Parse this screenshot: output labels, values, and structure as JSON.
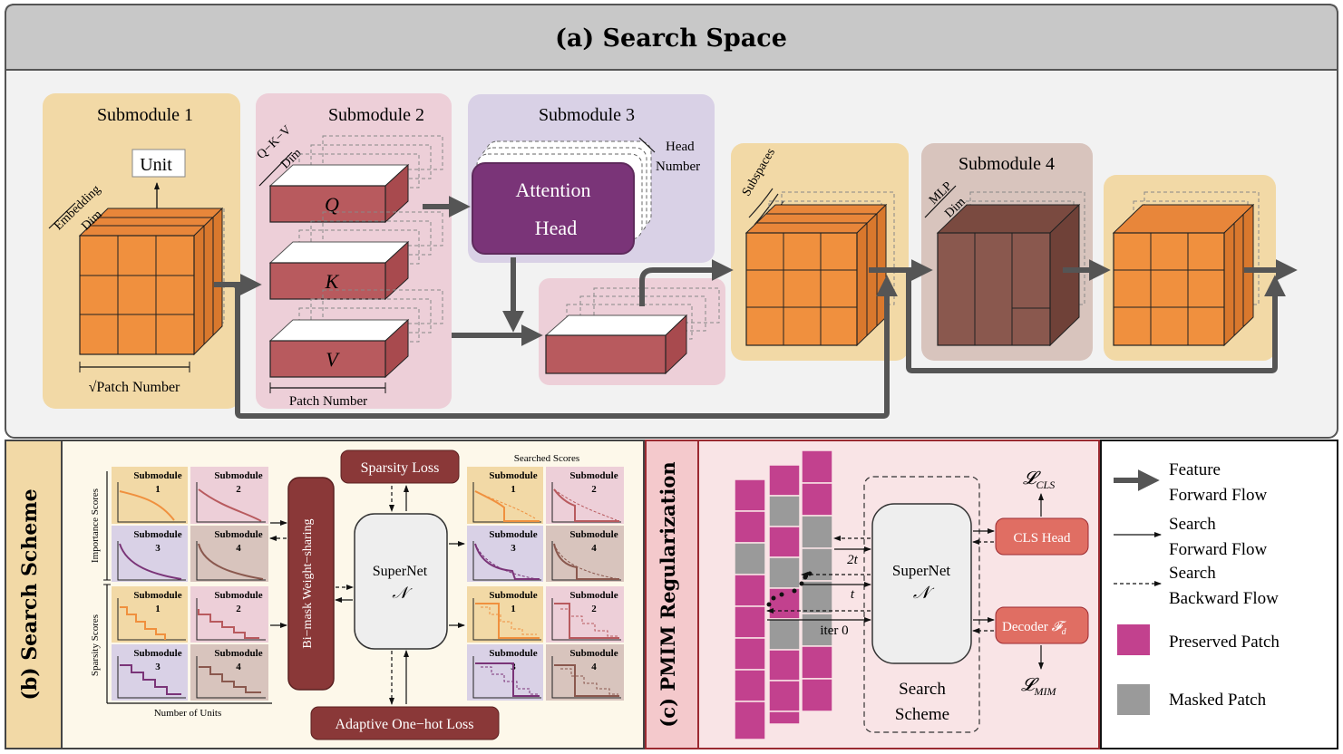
{
  "colors": {
    "frame_bg": "#cfcfcf",
    "sub1_bg": "#f2d9a6",
    "sub2_bg": "#edcfd8",
    "sub3_bg": "#d9d1e6",
    "sub4_bg": "#d8c4bd",
    "orange_cube": "#f0903e",
    "red_block": "#b85a5e",
    "purple_head": "#7a3478",
    "brown_cube": "#8a584e",
    "dark_arrow": "#555555",
    "preserved_patch": "#c2418e",
    "masked_patch": "#9a9a9a",
    "red_panel_bg": "#f4c9cc",
    "red_border": "#9b2a31",
    "salmon_box": "#e06e63",
    "dark_red_box": "#8a3838"
  },
  "panel_a": {
    "title": "(a) Search Space",
    "submodule1": {
      "label": "Submodule 1",
      "unit": "Unit",
      "embedding": "Embedding",
      "dim": "Dim",
      "patch_number": "√Patch Number"
    },
    "submodule2": {
      "label": "Submodule 2",
      "qkv": "Q−K−V",
      "dim": "Dim",
      "q": "Q",
      "k": "K",
      "v": "V",
      "patch_number": "Patch Number"
    },
    "submodule3": {
      "label": "Submodule 3",
      "head_number_1": "Head",
      "head_number_2": "Number",
      "attention_1": "Attention",
      "attention_2": "Head"
    },
    "subspaces": "Subspaces",
    "submodule4": {
      "label": "Submodule 4",
      "mlp": "MLP",
      "dim": "Dim"
    }
  },
  "panel_b": {
    "title": "(b) Search Scheme",
    "importance_scores": "Importance Scores",
    "sparsity_scores": "Sparsity Scores",
    "number_of_units": "Number of Units",
    "searched_scores": "Searched Scores",
    "submodule": "Submodule",
    "nums": [
      "1",
      "2",
      "3",
      "4"
    ],
    "bimask": "Bi−mask Weight−sharing",
    "sparsity_loss": "Sparsity Loss",
    "adaptive_loss": "Adaptive One−hot Loss",
    "supernet": "SuperNet",
    "supernet_sym": "𝒩"
  },
  "panel_c": {
    "title": "(c) PMIM Regularization",
    "supernet": "SuperNet",
    "supernet_sym": "𝒩",
    "search_scheme_1": "Search",
    "search_scheme_2": "Scheme",
    "cls_head": "CLS Head",
    "decoder": "Decoder",
    "decoder_sym": "𝓕",
    "decoder_sub": "d",
    "loss_cls": "𝓛",
    "loss_cls_sub": "CLS",
    "loss_mim": "𝓛",
    "loss_mim_sub": "MIM",
    "two_t": "2t",
    "t": "t",
    "iter0": "iter 0"
  },
  "legend": {
    "feature_1": "Feature",
    "feature_2": "Forward Flow",
    "search_fwd_1": "Search",
    "search_fwd_2": "Forward Flow",
    "search_bwd_1": "Search",
    "search_bwd_2": "Backward Flow",
    "preserved": "Preserved Patch",
    "masked": "Masked Patch"
  }
}
